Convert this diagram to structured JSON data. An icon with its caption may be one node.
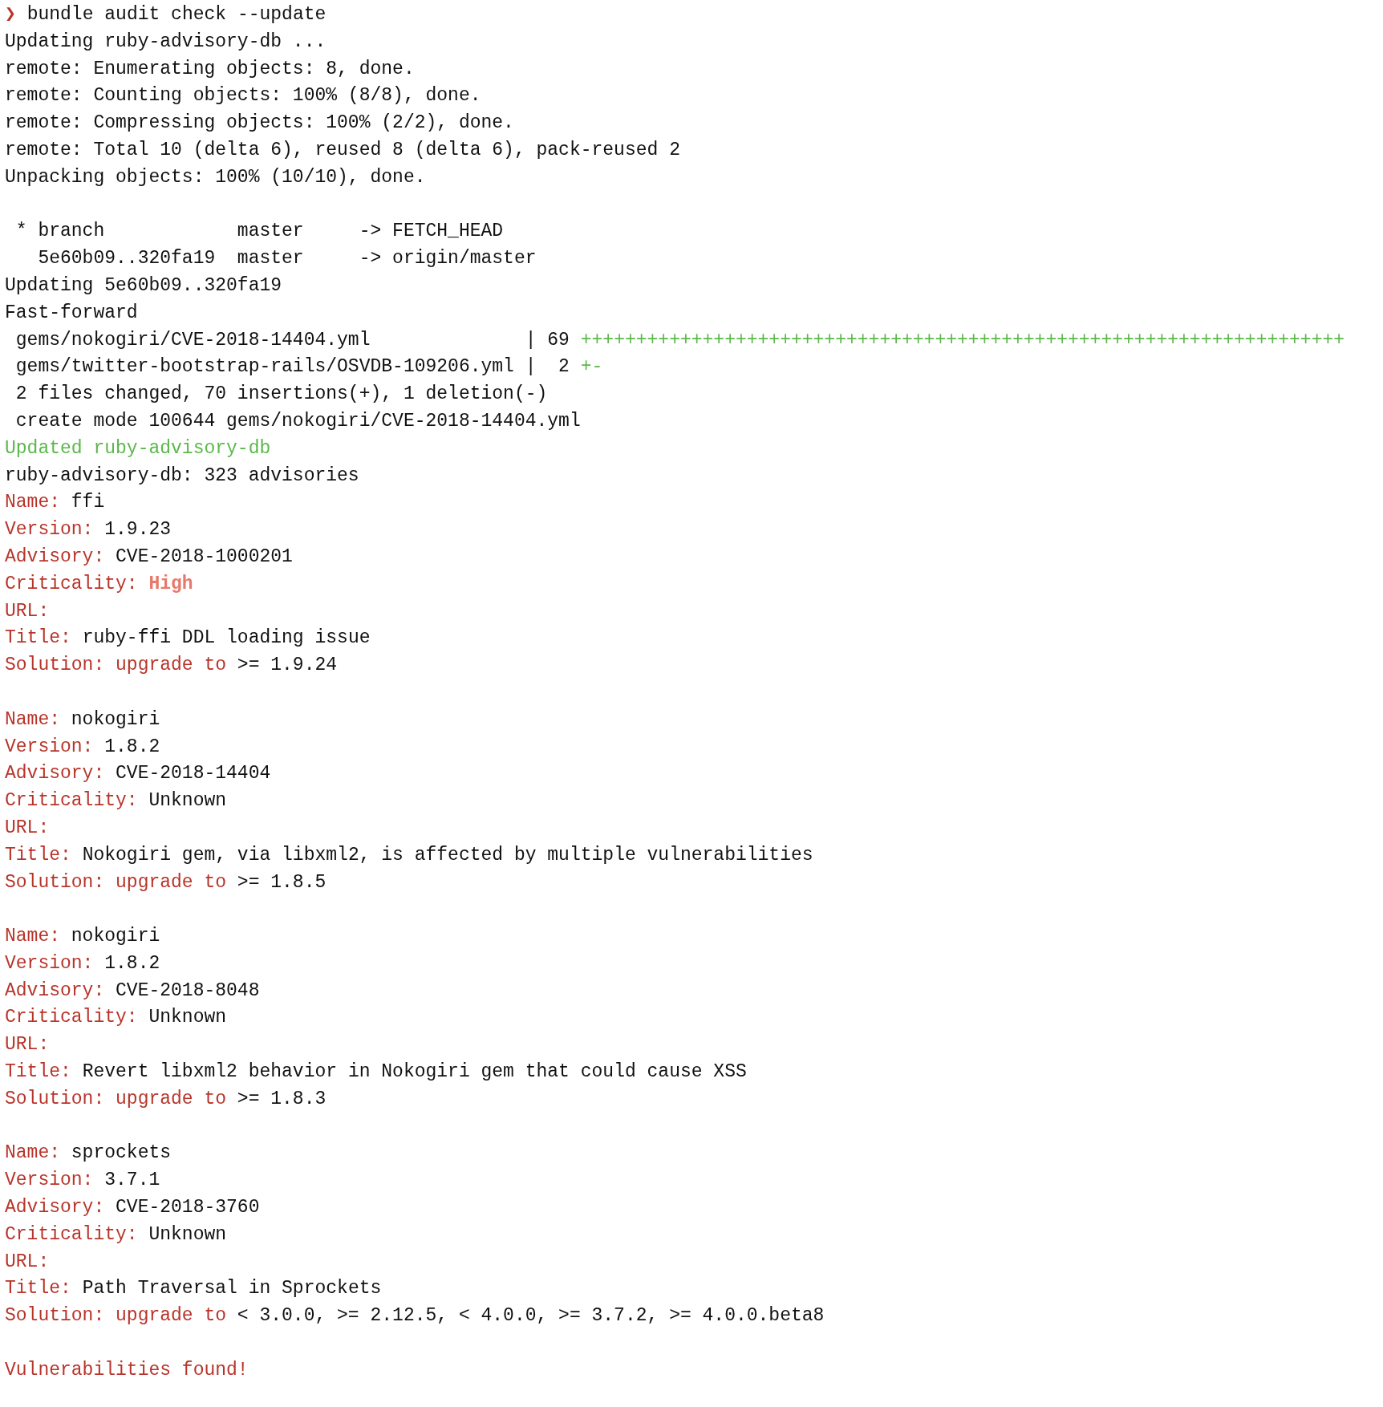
{
  "diagram": {
    "labels": [
      "❯",
      "bundle audit check --update",
      "Updating ruby-advisory-db ...",
      "remote: Enumerating objects: 8, done.",
      "remote: Counting objects: 100% (8/8), done.",
      "remote: Compressing objects: 100% (2/2), done.",
      "remote: Total 10 (delta 6), reused 8 (delta 6), pack-reused 2",
      "Unpacking objects: 100% (10/10), done.",
      "* branch            master     -> FETCH_HEAD",
      "5e60b09..320fa19  master     -> origin/master",
      "Updating 5e60b09..320fa19",
      "Fast-forward",
      "gems/nokogiri/CVE-2018-14404.yml              | 69",
      "+++++++++++++++++++++++++++++++++++++++++++++++++++++++++++++++++++++",
      "gems/twitter-bootstrap-rails/OSVDB-109206.yml |  2",
      "+-",
      "2 files changed, 70 insertions(+), 1 deletion(-)",
      "create mode 100644 gems/nokogiri/CVE-2018-14404.yml",
      "Updated ruby-advisory-db",
      "ruby-advisory-db: 323 advisories",
      "Name:",
      "ffi",
      "Version:",
      "1.9.23",
      "Advisory:",
      "CVE-2018-1000201",
      "Criticality:",
      "High",
      "URL:",
      "Title:",
      "ruby-ffi DDL loading issue",
      "Solution: upgrade to",
      ">= 1.9.24",
      "Name:",
      "nokogiri",
      "Version:",
      "1.8.2",
      "Advisory:",
      "CVE-2018-14404",
      "Criticality:",
      "Unknown",
      "URL:",
      "Title:",
      "Nokogiri gem, via libxml2, is affected by multiple vulnerabilities",
      "Solution: upgrade to",
      ">= 1.8.5",
      "Name:",
      "nokogiri",
      "Version:",
      "1.8.2",
      "Advisory:",
      "CVE-2018-8048",
      "Criticality:",
      "Unknown",
      "URL:",
      "Title:",
      "Revert libxml2 behavior in Nokogiri gem that could cause XSS",
      "Solution: upgrade to",
      ">= 1.8.3",
      "Name:",
      "sprockets",
      "Version:",
      "3.7.1",
      "Advisory:",
      "CVE-2018-3760",
      "Criticality:",
      "Unknown",
      "URL:",
      "Title:",
      "Path Traversal in Sprockets",
      "Solution: upgrade to",
      "< 3.0.0, >= 2.12.5, < 4.0.0, >= 3.7.2, >= 4.0.0.beta8",
      "Vulnerabilities found!"
    ]
  }
}
